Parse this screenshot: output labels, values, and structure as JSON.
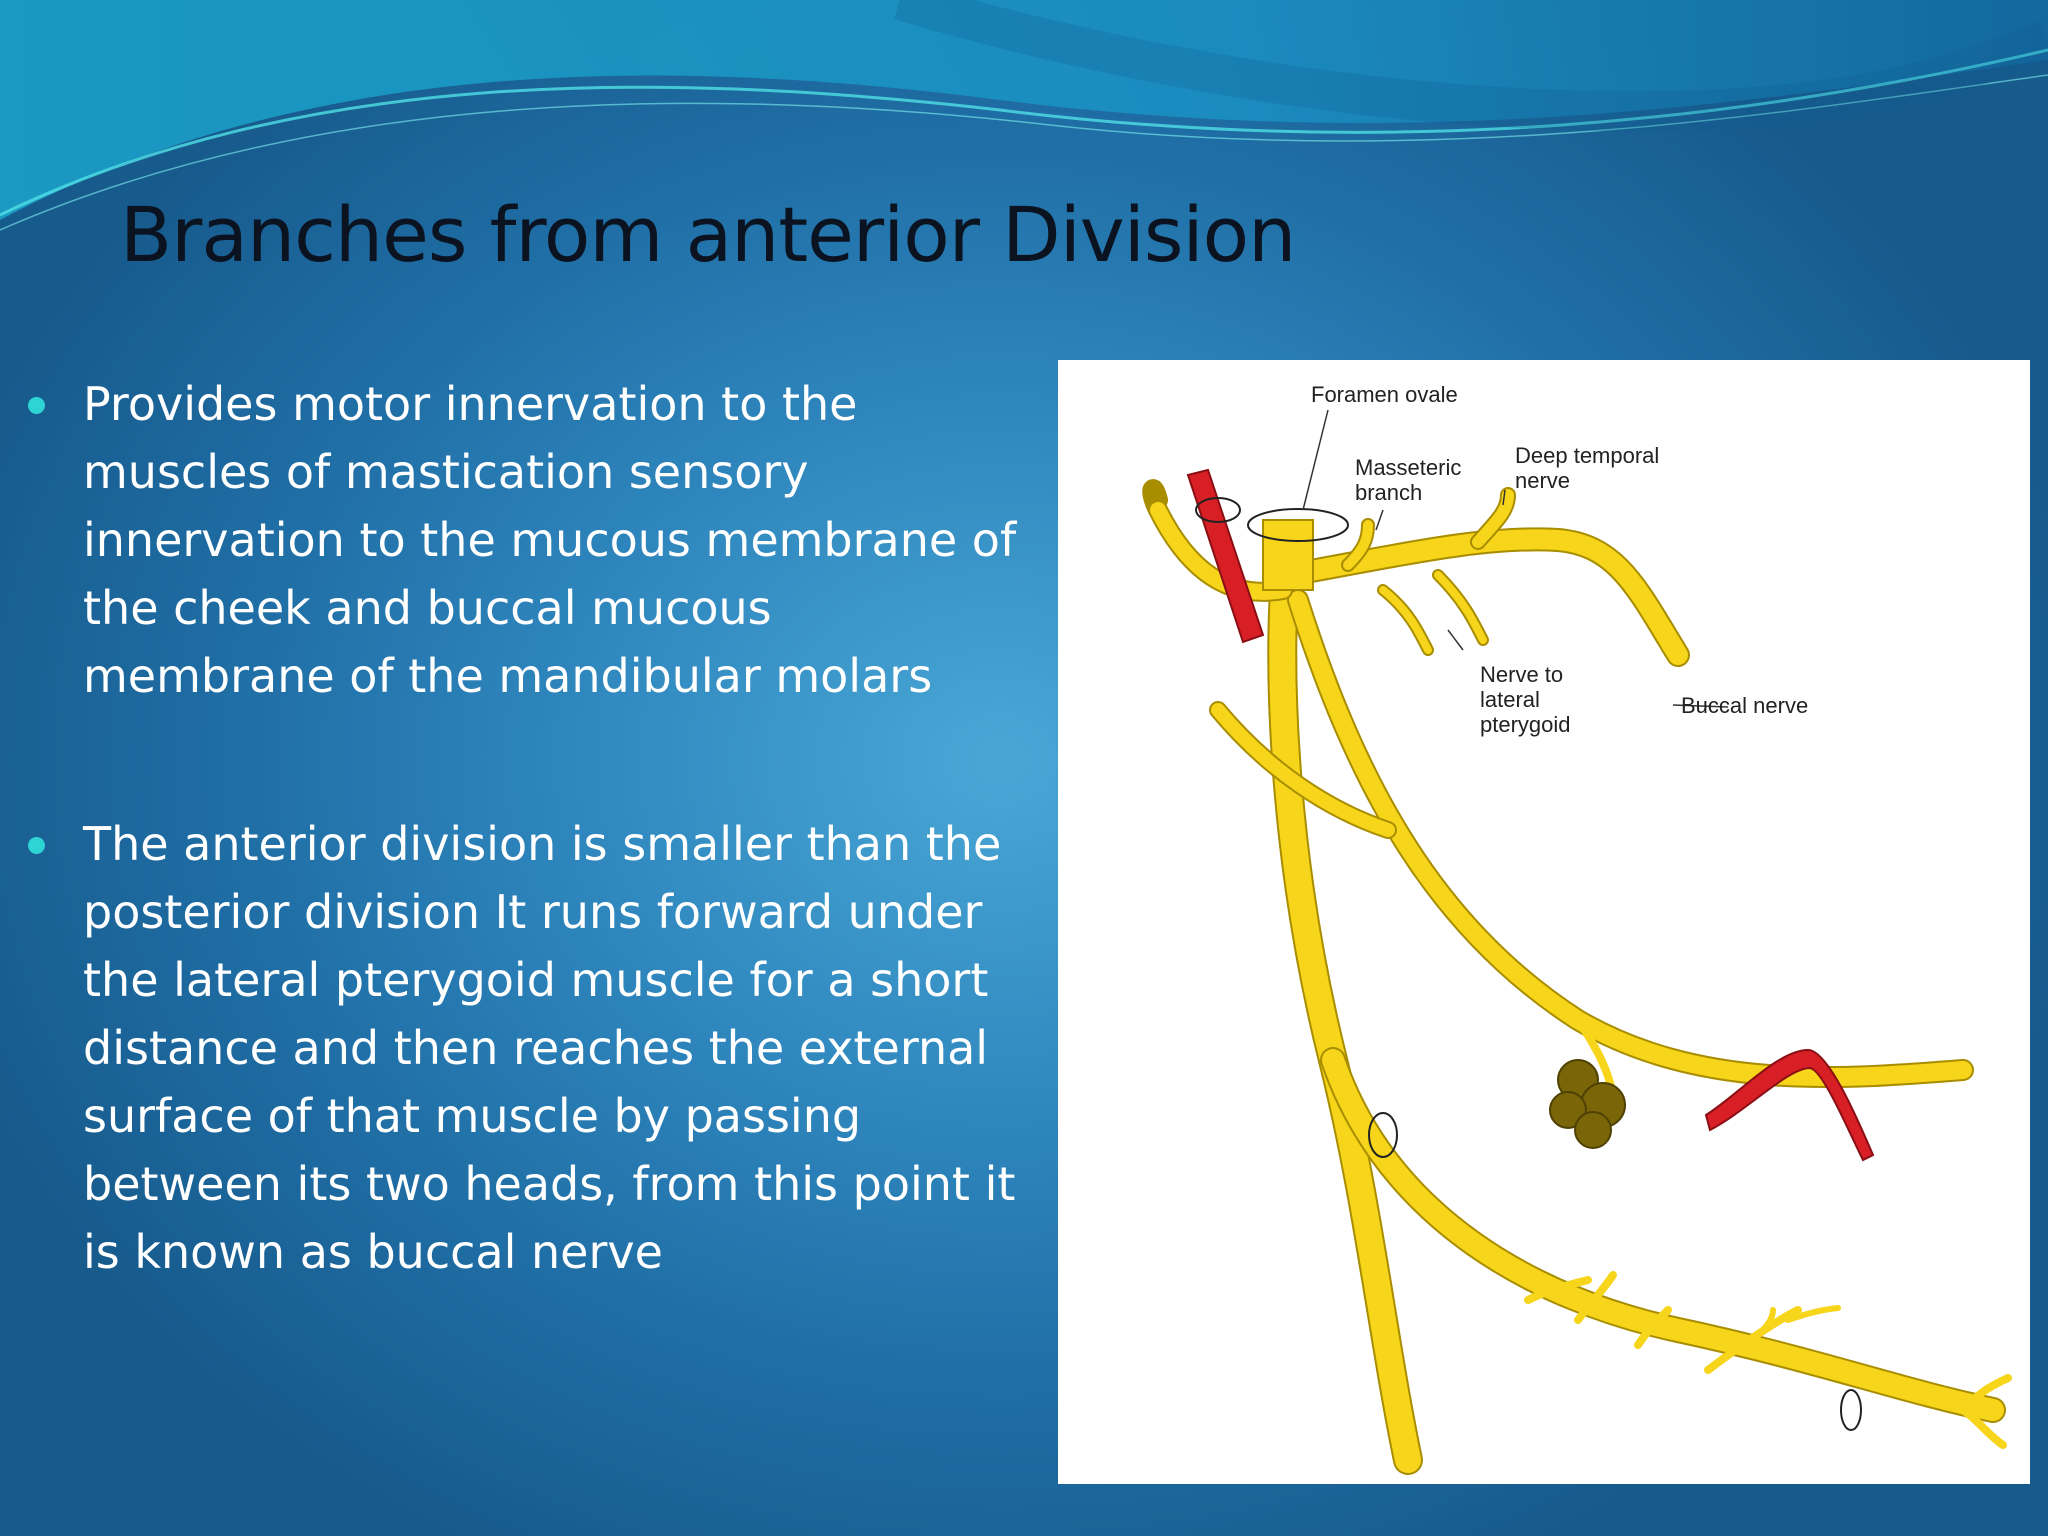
{
  "slide": {
    "title": "Branches from anterior Division",
    "bullets": [
      "Provides motor innervation to the muscles of mastication sensory innervation to the mucous membrane of the cheek and buccal mucous membrane of the mandibular molars",
      "The anterior division is smaller than the posterior division It runs forward under the lateral pterygoid muscle for a short distance and then reaches the external surface of that muscle by passing between its two heads, from this point it is known as buccal nerve"
    ]
  },
  "figure": {
    "labels": {
      "foramen_ovale": "Foramen ovale",
      "masseteric_line1": "Masseteric",
      "masseteric_line2": "branch",
      "deep_temporal_line1": "Deep temporal",
      "deep_temporal_line2": "nerve",
      "lateral_pterygoid_line1": "Nerve to",
      "lateral_pterygoid_line2": "lateral",
      "lateral_pterygoid_line3": "pterygoid",
      "buccal_nerve": "Buccal nerve"
    },
    "colors": {
      "nerve": "#f6d51a",
      "artery": "#d81f26",
      "ganglion": "#7a6608"
    }
  }
}
